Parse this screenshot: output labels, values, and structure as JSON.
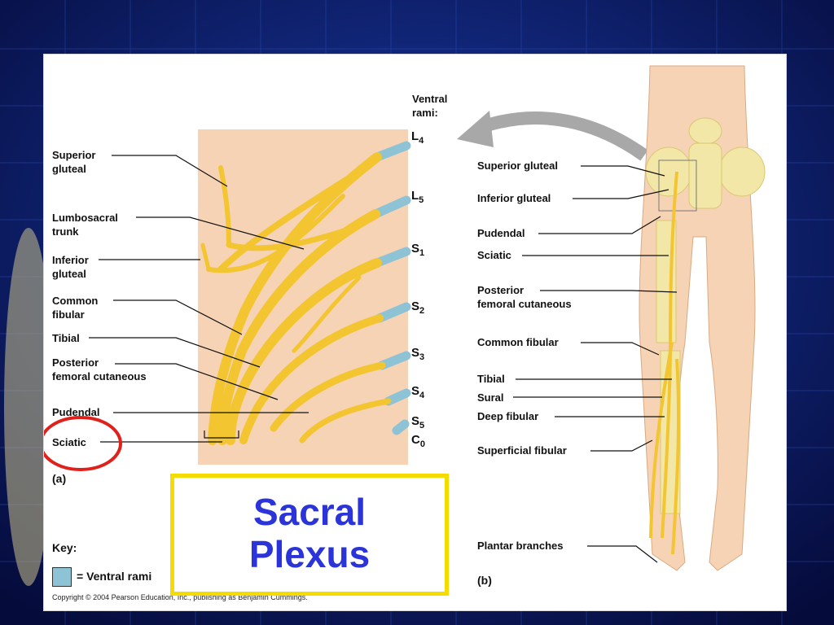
{
  "left_labels": {
    "superior_gluteal": "Superior\ngluteal",
    "lumbosacral_trunk": "Lumbosacral\ntrunk",
    "inferior_gluteal": "Inferior\ngluteal",
    "common_fibular": "Common\nfibular",
    "tibial": "Tibial",
    "posterior_femoral_cutaneous": "Posterior\nfemoral cutaneous",
    "pudendal": "Pudendal",
    "sciatic": "Sciatic"
  },
  "ventral_rami_label": "Ventral\nrami:",
  "roots": [
    {
      "letter": "L",
      "num": "4"
    },
    {
      "letter": "L",
      "num": "5"
    },
    {
      "letter": "S",
      "num": "1"
    },
    {
      "letter": "S",
      "num": "2"
    },
    {
      "letter": "S",
      "num": "3"
    },
    {
      "letter": "S",
      "num": "4"
    },
    {
      "letter": "S",
      "num": "5"
    },
    {
      "letter": "C",
      "num": "0"
    }
  ],
  "panel_a": "(a)",
  "panel_b": "(b)",
  "right_labels": {
    "superior_gluteal": "Superior gluteal",
    "inferior_gluteal": "Inferior gluteal",
    "pudendal": "Pudendal",
    "sciatic": "Sciatic",
    "posterior_femoral_cutaneous": "Posterior\nfemoral cutaneous",
    "common_fibular": "Common fibular",
    "tibial": "Tibial",
    "sural": "Sural",
    "deep_fibular": "Deep fibular",
    "superficial_fibular": "Superficial fibular",
    "plantar_branches": "Plantar branches"
  },
  "key": {
    "title": "Key:",
    "ventral_rami": "= Ventral rami"
  },
  "title": {
    "line1": "Sacral",
    "line2": "Plexus"
  },
  "copyright": "Copyright © 2004 Pearson Education, Inc., publishing as Benjamin Cummings.",
  "colors": {
    "nerve": "#f2c531",
    "ventral_rami": "#8ec3d6",
    "highlight_circle": "#e0201a",
    "title_text": "#2a34d8",
    "title_border": "#f4dc00"
  }
}
